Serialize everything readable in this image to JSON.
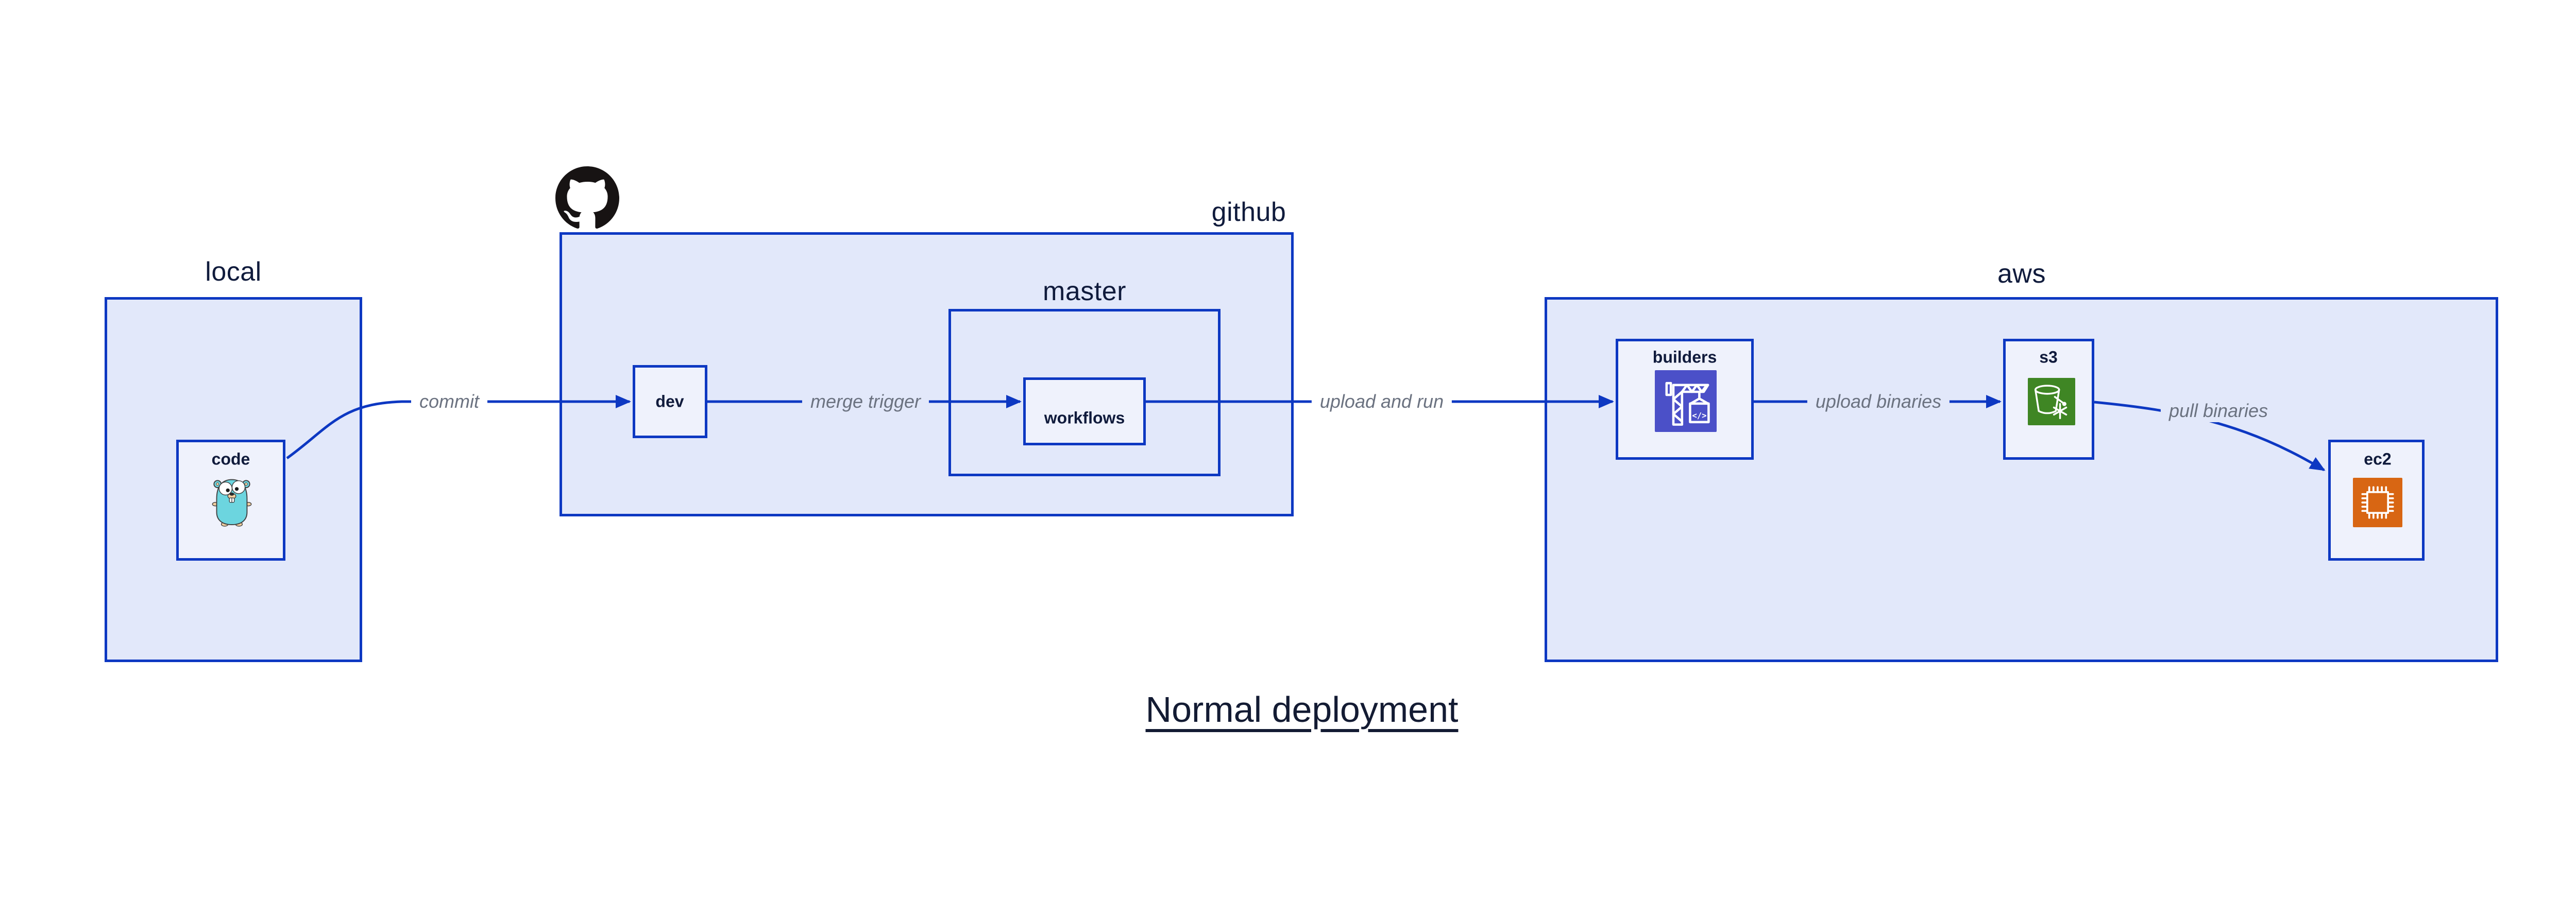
{
  "diagram_title": "Normal deployment",
  "groups": {
    "local": {
      "label": "local"
    },
    "github": {
      "label": "github"
    },
    "master": {
      "label": "master"
    },
    "aws": {
      "label": "aws"
    }
  },
  "nodes": {
    "code": {
      "label": "code",
      "icon": "go-gopher-icon"
    },
    "dev": {
      "label": "dev"
    },
    "workflows": {
      "label": "workflows"
    },
    "builders": {
      "label": "builders",
      "icon": "codebuild-crane-icon"
    },
    "s3": {
      "label": "s3",
      "icon": "s3-glacier-bucket-icon"
    },
    "ec2": {
      "label": "ec2",
      "icon": "ec2-chip-icon"
    }
  },
  "edges": {
    "commit": {
      "label": "commit"
    },
    "merge_trigger": {
      "label": "merge trigger"
    },
    "upload_and_run": {
      "label": "upload and run"
    },
    "upload_binaries": {
      "label": "upload binaries"
    },
    "pull_binaries": {
      "label": "pull binaries"
    }
  },
  "icons": {
    "codebuild_glyph": "</>"
  },
  "colors": {
    "edge": "#0d38c2",
    "ink": "#101b3c",
    "muted": "#6b7280",
    "group-fill": "#e2e8fa",
    "node-fill": "#eff2fc",
    "canvas": "#ffffff",
    "codebuild": "#4b50c8",
    "glacier": "#3f8624",
    "ec2": "#d86613",
    "octocat": "#171313",
    "gopher-body": "#6cd5df",
    "gopher-skin": "#f2cf9f"
  }
}
